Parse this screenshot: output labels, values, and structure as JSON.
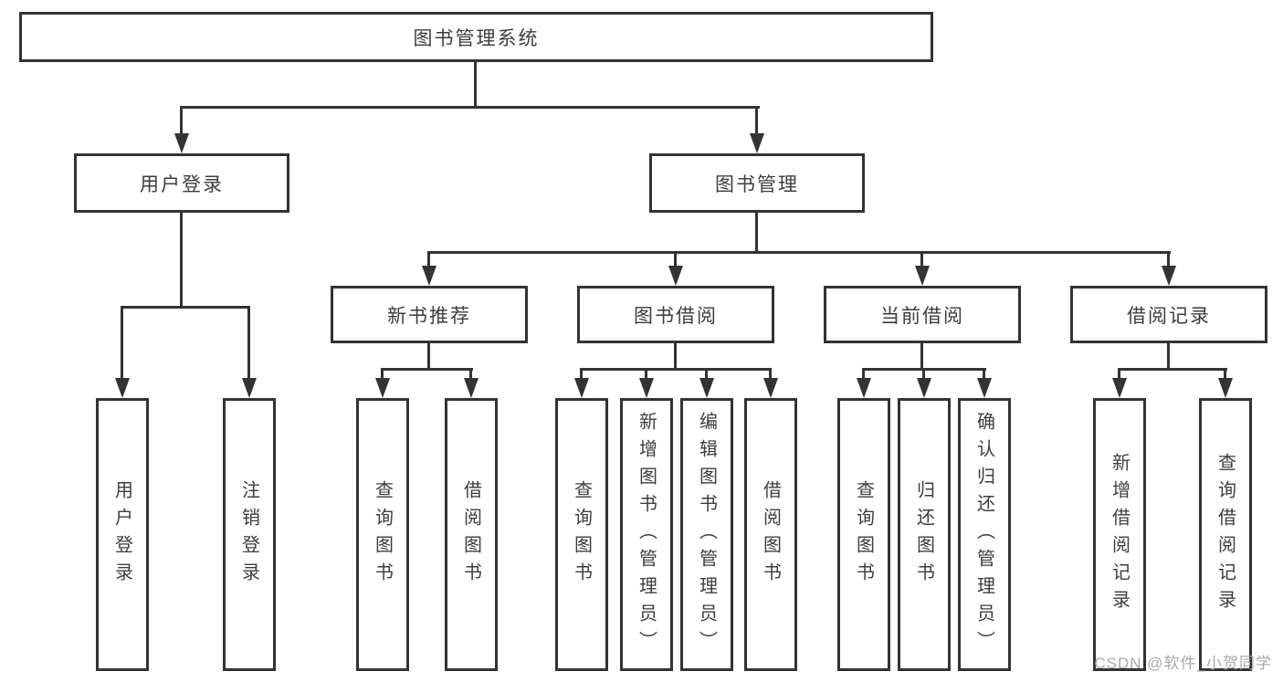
{
  "diagram": {
    "root": {
      "label": "图书管理系统"
    },
    "level2": [
      {
        "label": "用户登录"
      },
      {
        "label": "图书管理"
      }
    ],
    "level3": [
      {
        "label": "新书推荐"
      },
      {
        "label": "图书借阅"
      },
      {
        "label": "当前借阅"
      },
      {
        "label": "借阅记录"
      }
    ],
    "leaves": {
      "user_login": [
        {
          "label": "用户登录"
        },
        {
          "label": "注销登录"
        }
      ],
      "new_books": [
        {
          "label": "查询图书"
        },
        {
          "label": "借阅图书"
        }
      ],
      "book_borrow": [
        {
          "label": "查询图书"
        },
        {
          "label": "新增图书（管理员）"
        },
        {
          "label": "编辑图书（管理员）"
        },
        {
          "label": "借阅图书"
        }
      ],
      "current_borrow": [
        {
          "label": "查询图书"
        },
        {
          "label": "归还图书"
        },
        {
          "label": "确认归还（管理员）"
        }
      ],
      "borrow_records": [
        {
          "label": "新增借阅记录"
        },
        {
          "label": "查询借阅记录"
        }
      ]
    },
    "watermark": "CSDN @软件_小贺同学",
    "colors": {
      "line": "#333333",
      "text": "#3d3d3d",
      "background": "#ffffff",
      "watermark": "#a5a5aa"
    }
  }
}
